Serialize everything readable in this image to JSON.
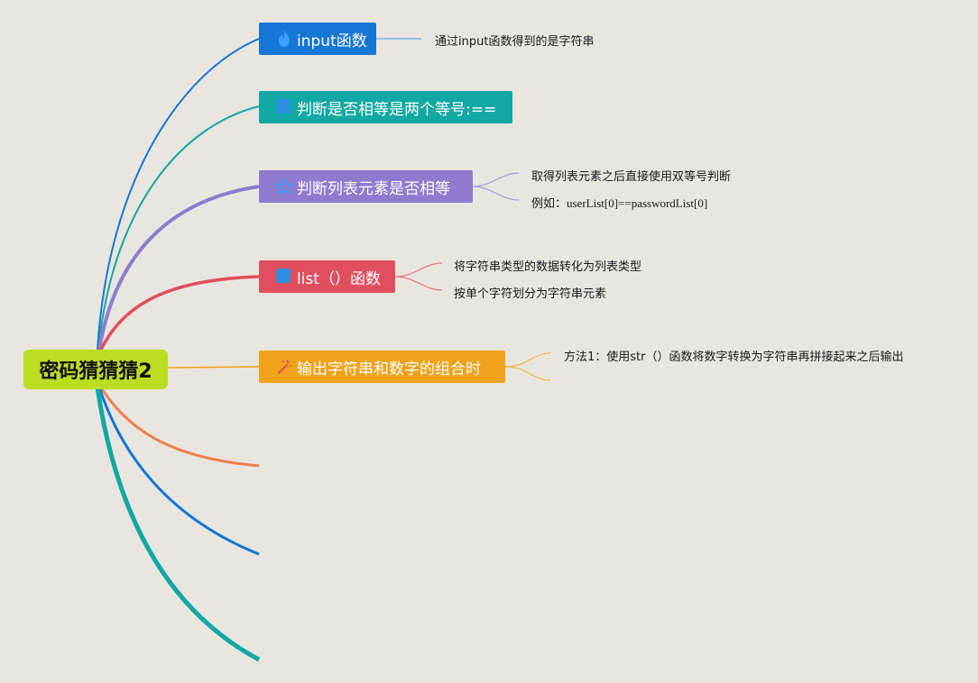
{
  "root": {
    "title": "密码猜猜猜2"
  },
  "topics": [
    {
      "id": "t1",
      "label": "input函数",
      "icon": "fire-icon",
      "color": "#1576d6",
      "notes": [
        "通过input函数得到的是字符串"
      ]
    },
    {
      "id": "t2",
      "label": "判断是否相等是两个等号:==",
      "icon": "square-icon",
      "color": "#12a8a3",
      "notes": []
    },
    {
      "id": "t3",
      "label": "判断列表元素是否相等",
      "icon": "star-icon",
      "color": "#8f7bce",
      "notes": [
        "取得列表元素之后直接使用双等号判断",
        "例如：userList[0]==passwordList[0]"
      ]
    },
    {
      "id": "t4",
      "label": "list（）函数",
      "icon": "square-icon",
      "color": "#e04f5f",
      "notes": [
        "将字符串类型的数据转化为列表类型",
        "按单个字符划分为字符串元素"
      ]
    },
    {
      "id": "t5",
      "label": "输出字符串和数字的组合时",
      "icon": "magic-wand-icon",
      "color": "#f0a31a",
      "notes": [
        "方法1：使用str（）函数将数字转换为字符串再拼接起来之后输出"
      ]
    }
  ],
  "empty_branches": [
    {
      "color": "#f07f50"
    },
    {
      "color": "#1576d6"
    },
    {
      "color": "#12a8a3"
    }
  ]
}
